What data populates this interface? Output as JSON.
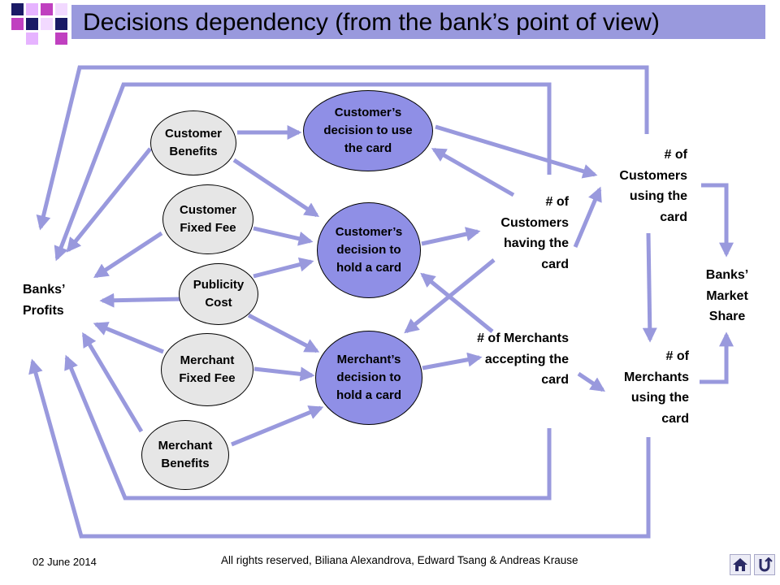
{
  "title": "Decisions dependency (from the bank’s point of view)",
  "nodes": {
    "customer_benefits": "Customer Benefits",
    "customer_fixed_fee": "Customer Fixed Fee",
    "publicity_cost": "Publicity Cost",
    "merchant_fixed_fee": "Merchant Fixed Fee",
    "merchant_benefits": "Merchant Benefits",
    "customer_use_decision": "Customer’s decision to use the card",
    "customer_hold_decision": "Customer’s decision to hold a card",
    "merchant_hold_decision": "Merchant’s decision to hold a card"
  },
  "labels": {
    "banks_profits": "Banks’ Profits",
    "customers_having": "# of Customers having the card",
    "merchants_accepting": "# of Merchants accepting the card",
    "customers_using": "# of Customers using the card",
    "merchants_using": "# of Merchants using the card",
    "banks_market_share": "Banks’ Market Share"
  },
  "footer": {
    "date": "02 June 2014",
    "copyright": "All rights reserved, Biliana Alexandrova, Edward Tsang & Andreas Krause"
  },
  "nav": {
    "home": "home-icon",
    "return": "return-icon"
  },
  "colors": {
    "title_bar": "#9999dd",
    "arrow": "#9999dd",
    "node_grey": "#e6e6e6",
    "node_blue": "#8f8fe6"
  }
}
